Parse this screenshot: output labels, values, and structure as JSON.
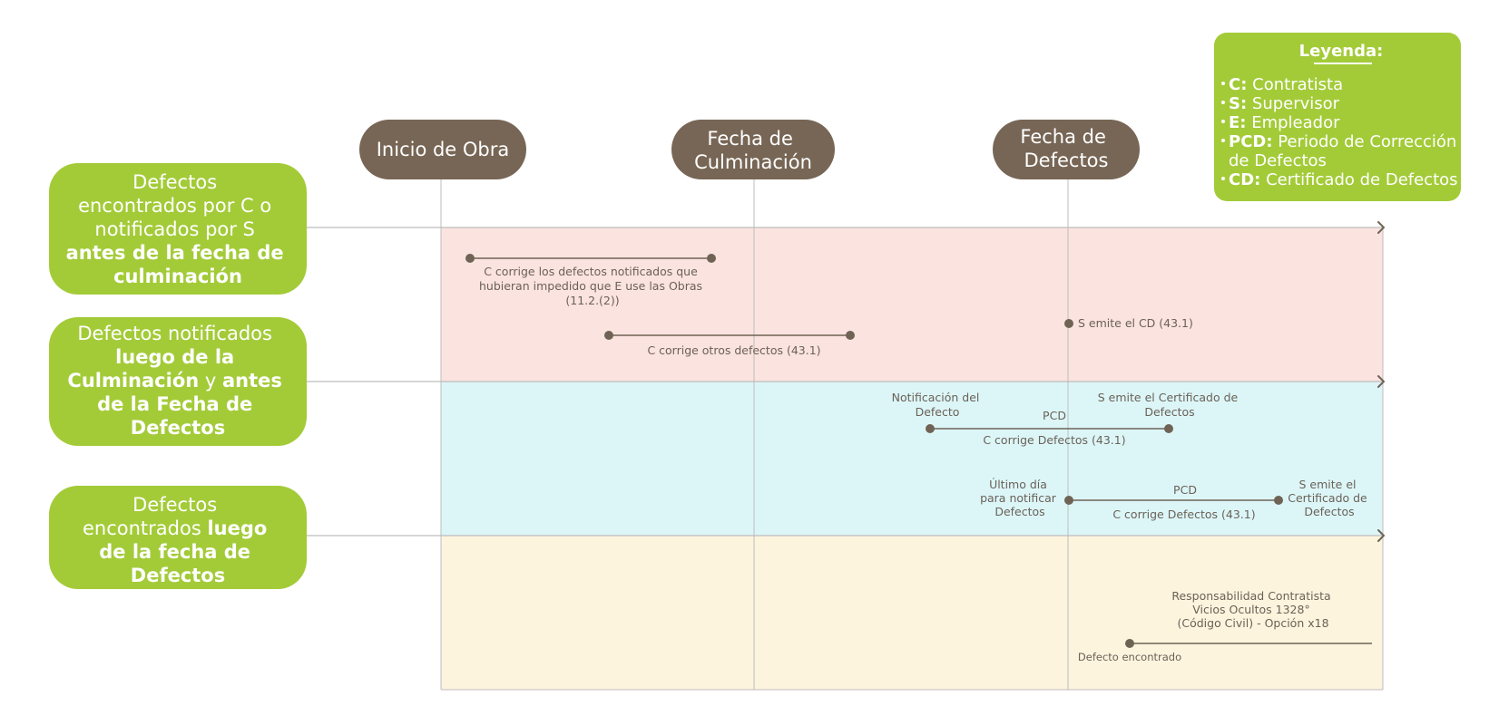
{
  "phase_headers": [
    {
      "lines": [
        "Inicio de Obra"
      ]
    },
    {
      "lines": [
        "Fecha de",
        "Culminación"
      ]
    },
    {
      "lines": [
        "Fecha de",
        "Defectos"
      ]
    }
  ],
  "row_labels": [
    {
      "lines": [
        [
          {
            "t": "Defectos",
            "b": false
          }
        ],
        [
          {
            "t": "encontrados por C o",
            "b": false
          }
        ],
        [
          {
            "t": "notificados por S",
            "b": false
          }
        ],
        [
          {
            "t": "antes de la fecha de",
            "b": true
          }
        ],
        [
          {
            "t": "culminación",
            "b": true
          }
        ]
      ]
    },
    {
      "lines": [
        [
          {
            "t": "Defectos notificados",
            "b": false
          }
        ],
        [
          {
            "t": "luego de la",
            "b": true
          }
        ],
        [
          {
            "t": "Culminación",
            "b": true
          },
          {
            "t": " y ",
            "b": false
          },
          {
            "t": "antes",
            "b": true
          }
        ],
        [
          {
            "t": "de la Fecha de",
            "b": true
          }
        ],
        [
          {
            "t": "Defectos",
            "b": true
          }
        ]
      ]
    },
    {
      "lines": [
        [
          {
            "t": "Defectos",
            "b": false
          }
        ],
        [
          {
            "t": "encontrados ",
            "b": false
          },
          {
            "t": "luego",
            "b": true
          }
        ],
        [
          {
            "t": "de la fecha de",
            "b": true
          }
        ],
        [
          {
            "t": "Defectos",
            "b": true
          }
        ]
      ]
    }
  ],
  "annotations": {
    "r1_line1": [
      "C corrige los defectos notificados que",
      "hubieran impedido que E use las Obras",
      "(11.2.(2))"
    ],
    "r1_line2": [
      "C corrige otros defectos (43.1)"
    ],
    "r1_point": [
      "S emite el CD (43.1)"
    ],
    "r2_left": [
      "Notificación del",
      "Defecto"
    ],
    "r2_right": [
      "S emite el Certificado de",
      "Defectos"
    ],
    "r2_pcd": [
      "PCD"
    ],
    "r2_below": [
      "C corrige  Defectos (43.1)"
    ],
    "r3_left": [
      "Último día",
      "para notificar",
      "Defectos"
    ],
    "r3_right": [
      "S emite el",
      "Certificado de",
      "Defectos"
    ],
    "r3_pcd": [
      "PCD"
    ],
    "r3_below": [
      "C corrige Defectos (43.1)"
    ],
    "r4_title": [
      "Responsabilidad Contratista",
      "Vicios Ocultos 1328°",
      "(Código Civil) - Opción x18"
    ],
    "r4_point": [
      "Defecto encontrado"
    ]
  },
  "legend": {
    "title": "Leyenda:",
    "items": [
      {
        "lines": [
          [
            {
              "t": "C:",
              "b": true
            },
            {
              "t": " Contratista",
              "b": false
            }
          ]
        ]
      },
      {
        "lines": [
          [
            {
              "t": "S:",
              "b": true
            },
            {
              "t": " Supervisor",
              "b": false
            }
          ]
        ]
      },
      {
        "lines": [
          [
            {
              "t": "E:",
              "b": true
            },
            {
              "t": " Empleador",
              "b": false
            }
          ]
        ]
      },
      {
        "lines": [
          [
            {
              "t": "PCD:",
              "b": true
            },
            {
              "t": " Periodo de Corrección",
              "b": false
            }
          ],
          [
            {
              "t": "de Defectos",
              "b": false
            }
          ]
        ]
      },
      {
        "lines": [
          [
            {
              "t": "CD:",
              "b": true
            },
            {
              "t": " Certificado de Defectos",
              "b": false
            }
          ]
        ]
      }
    ]
  },
  "colors": {
    "green": "#a3cb38",
    "brown": "#776655",
    "band_pink": "#fbe3df",
    "band_cyan": "#dcf6f8",
    "band_yellow": "#fdf4de",
    "axis_gray": "#bdbdbd",
    "marker": "#6f6355",
    "note_text": "#6b6157"
  }
}
